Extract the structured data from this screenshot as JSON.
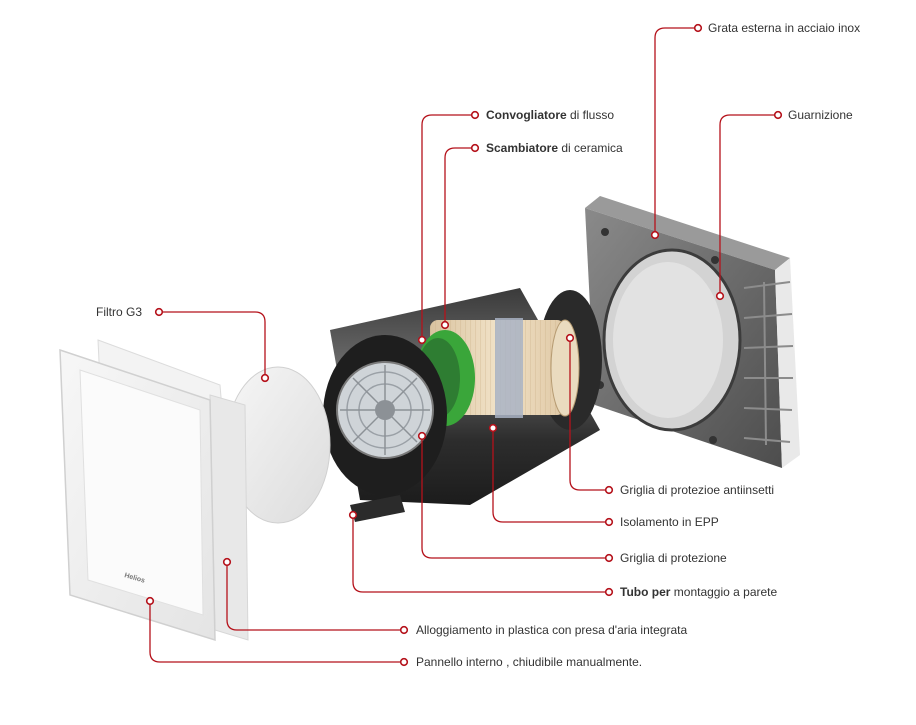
{
  "colors": {
    "callout": "#b5121b",
    "label_text": "#333333",
    "background": "#ffffff"
  },
  "product": {
    "logo_text": "Helios"
  },
  "labels": {
    "grata": "Grata esterna in acciaio inox",
    "guarnizione": "Guarnizione",
    "convogliatore_bold": "Convogliatore",
    "convogliatore_rest": " di flusso",
    "scambiatore_bold": "Scambiatore",
    "scambiatore_rest": " di ceramica",
    "filtro": "Filtro G3",
    "griglia_insetti": "Griglia di protezioe antiinsetti",
    "isolamento": "Isolamento in EPP",
    "griglia_protezione": "Griglia di protezione",
    "tubo_bold": "Tubo per",
    "tubo_rest": " montaggio  a parete",
    "alloggiamento": "Alloggiamento in plastica con presa d'aria integrata",
    "pannello": "Pannello interno , chiudibile manualmente."
  }
}
